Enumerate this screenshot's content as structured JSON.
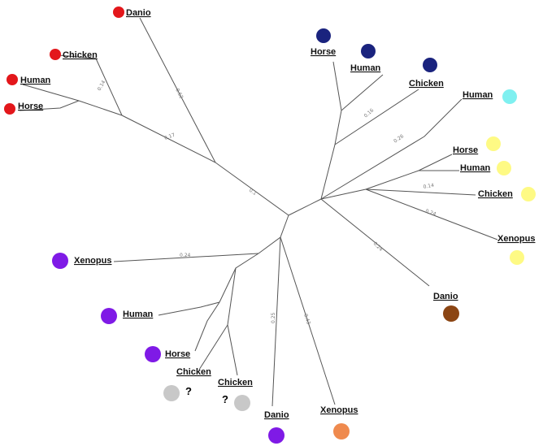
{
  "colors": {
    "red": "#e3171b",
    "navy": "#1a237e",
    "cyan": "#7ff0f0",
    "yellow": "#fefa84",
    "brown": "#8b4513",
    "purple": "#7f1ae6",
    "orange": "#ef8a4e",
    "gray": "#c8c8c8"
  },
  "leaves": [
    {
      "label": "Danio",
      "color": "red"
    },
    {
      "label": "Chicken",
      "color": "red"
    },
    {
      "label": "Human",
      "color": "red"
    },
    {
      "label": "Horse",
      "color": "red"
    },
    {
      "label": "Horse",
      "color": "navy"
    },
    {
      "label": "Human",
      "color": "navy"
    },
    {
      "label": "Chicken",
      "color": "navy"
    },
    {
      "label": "Human",
      "color": "cyan"
    },
    {
      "label": "Horse",
      "color": "yellow"
    },
    {
      "label": "Human",
      "color": "yellow"
    },
    {
      "label": "Chicken",
      "color": "yellow"
    },
    {
      "label": "Xenopus",
      "color": "yellow"
    },
    {
      "label": "Danio",
      "color": "brown"
    },
    {
      "label": "Xenopus",
      "color": "purple"
    },
    {
      "label": "Human",
      "color": "purple"
    },
    {
      "label": "Horse",
      "color": "purple"
    },
    {
      "label": "Chicken",
      "color": "gray"
    },
    {
      "label": "Chicken",
      "color": "gray"
    },
    {
      "label": "Danio",
      "color": "purple"
    },
    {
      "label": "Xenopus",
      "color": "orange"
    }
  ],
  "unknown_marks": [
    "?",
    "?"
  ],
  "branch_labels": [
    "0.14",
    "0.17",
    "0.52",
    "0.1",
    "0.16",
    "0.26",
    "0.14",
    "0.24",
    "0.24",
    "0.24",
    "0.25",
    "0.43"
  ]
}
